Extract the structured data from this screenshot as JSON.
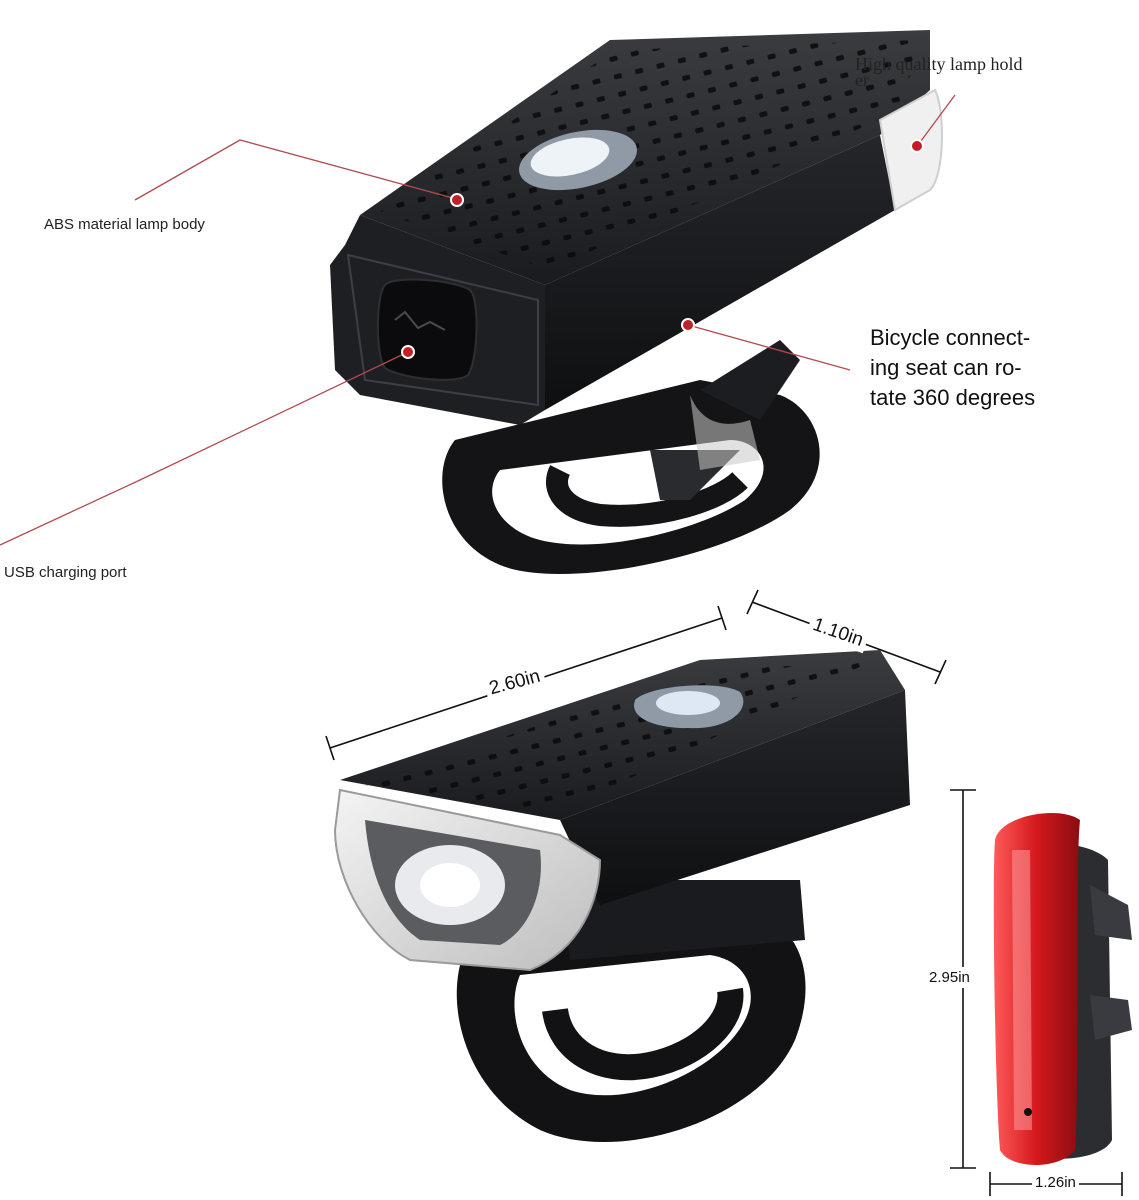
{
  "callouts": {
    "lamp_holder": [
      "High quality lamp hold",
      "er"
    ],
    "lamp_body": "ABS material lamp body",
    "usb_port": "USB charging port",
    "connecting_seat": [
      "Bicycle connect-",
      "ing seat can ro-",
      "tate 360 degrees"
    ]
  },
  "dimensions": {
    "length": "2.60in",
    "width": "1.10in",
    "tail_height": "2.95in",
    "tail_width": "1.26in"
  },
  "colors": {
    "callout_dot": "#c0202a",
    "callout_line": "#b34a50",
    "lamp_body": "#17181b",
    "tail_red": "#d4181c"
  }
}
